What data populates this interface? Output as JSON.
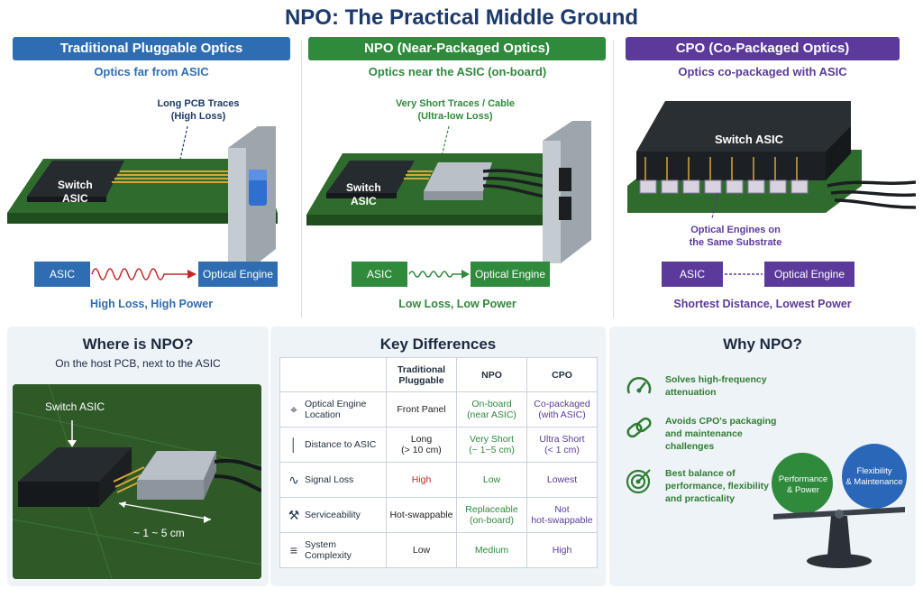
{
  "title": "NPO: The Practical Middle Ground",
  "columns": [
    {
      "heading": "Traditional Pluggable Optics",
      "subheading": "Optics far from ASIC",
      "annotation": "Long PCB Traces\n(High Loss)",
      "chip_label": "Switch\nASIC",
      "flow_left": "ASIC",
      "flow_right": "Optical Engine",
      "caption": "High Loss, High Power",
      "color": "#2f6db3"
    },
    {
      "heading": "NPO (Near-Packaged Optics)",
      "subheading": "Optics near the ASIC (on-board)",
      "annotation": "Very Short Traces / Cable\n(Ultra-low Loss)",
      "chip_label": "Switch\nASIC",
      "flow_left": "ASIC",
      "flow_right": "Optical Engine",
      "caption": "Low Loss, Low Power",
      "color": "#2f8a3c"
    },
    {
      "heading": "CPO (Co-Packaged Optics)",
      "subheading": "Optics co-packaged with ASIC",
      "annotation": "Optical Engines on\nthe Same Substrate",
      "chip_label": "Switch ASIC",
      "flow_left": "ASIC",
      "flow_right": "Optical Engine",
      "caption": "Shortest Distance, Lowest Power",
      "color": "#5b3a9c"
    }
  ],
  "where": {
    "title": "Where is NPO?",
    "subtitle": "On the host PCB, next to the ASIC",
    "chip_label": "Switch ASIC",
    "distance": "~ 1 ~ 5 cm"
  },
  "table": {
    "title": "Key Differences",
    "headers": [
      "",
      "Traditional\nPluggable",
      "NPO",
      "CPO"
    ],
    "rows": [
      {
        "icon": "location-pin-icon",
        "label": "Optical Engine\nLocation",
        "cells": [
          "Front Panel",
          "On-board\n(near ASIC)",
          "Co-packaged\n(with ASIC)"
        ]
      },
      {
        "icon": "ruler-icon",
        "label": "Distance to ASIC",
        "cells": [
          "Long\n(> 10 cm)",
          "Very Short\n(~ 1~5 cm)",
          "Ultra Short\n(< 1 cm)"
        ]
      },
      {
        "icon": "signal-wave-icon",
        "label": "Signal Loss",
        "cells": [
          "High",
          "Low",
          "Lowest"
        ]
      },
      {
        "icon": "wrench-icon",
        "label": "Serviceability",
        "cells": [
          "Hot-swappable",
          "Replaceable\n(on-board)",
          "Not\nhot-swappable"
        ]
      },
      {
        "icon": "layers-icon",
        "label": "System Complexity",
        "cells": [
          "Low",
          "Medium",
          "High"
        ]
      }
    ],
    "cell_colors": [
      "#222222",
      "#2f8a3c",
      "#5b3a9c"
    ],
    "signal_loss_high_color": "#c62828"
  },
  "why": {
    "title": "Why NPO?",
    "items": [
      {
        "icon": "speedometer-icon",
        "text": "Solves high-frequency\nattenuation"
      },
      {
        "icon": "chain-link-icon",
        "text": "Avoids CPO's packaging\nand maintenance\nchallenges"
      },
      {
        "icon": "target-icon",
        "text": "Best balance of\nperformance, flexibility\nand practicality"
      }
    ],
    "balance_left": "Performance\n& Power",
    "balance_right": "Flexibility\n& Maintenance"
  }
}
